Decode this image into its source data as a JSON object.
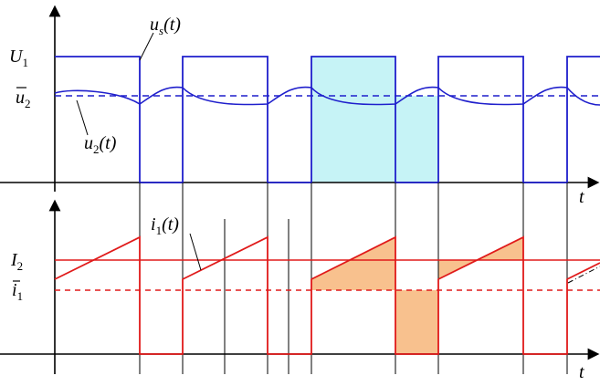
{
  "labels": {
    "us_main": "u",
    "us_sub": "s",
    "us_arg": "(t)",
    "u2_main": "u",
    "u2_sub": "2",
    "u2_arg": "(t)",
    "U1_main": "U",
    "U1_sub": "1",
    "u2bar_main": "u",
    "u2bar_sub": "2",
    "t_top": "t",
    "i1_main": "i",
    "i1_sub": "1",
    "i1_arg": "(t)",
    "I2_main": "I",
    "I2_sub": "2",
    "i1bar_main": "i",
    "i1bar_sub": "1",
    "t_bottom": "t"
  },
  "colors": {
    "voltage": "#1f1fcc",
    "current": "#e01a1a",
    "voltage_fill": "#c6f3f6",
    "current_fill": "#f8c18e",
    "axis": "#000000"
  }
}
